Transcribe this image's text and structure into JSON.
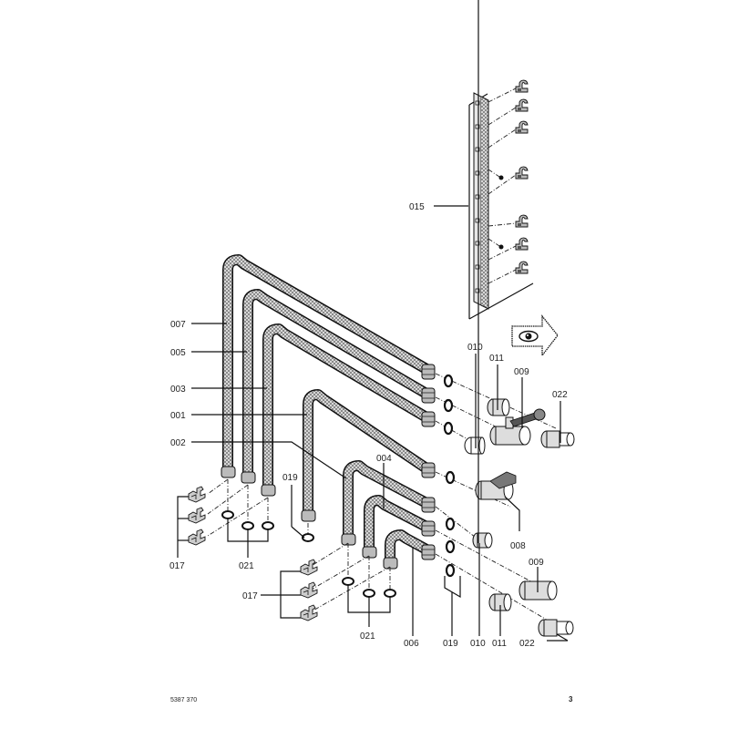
{
  "diagram": {
    "title": "Exploded parts view: connection pipes and fittings",
    "labels": {
      "p015": "015",
      "p007": "007",
      "p005": "005",
      "p003": "003",
      "p001": "001",
      "p002": "002",
      "p010_top": "010",
      "p011_top": "011",
      "p009_top": "009",
      "p022_top": "022",
      "p019_mid": "019",
      "p004": "004",
      "p008": "008",
      "p009_bot": "009",
      "p017_upper": "017",
      "p021_upper": "021",
      "p017_lower": "017",
      "p021_lower": "021",
      "p006": "006",
      "p019_bot": "019",
      "p010_bot": "010",
      "p011_bot": "011",
      "p022_bot": "022"
    },
    "view_symbol": "eye-view-arrow-icon"
  },
  "footer": {
    "doc_number": "5387 370",
    "page_number": "3"
  }
}
